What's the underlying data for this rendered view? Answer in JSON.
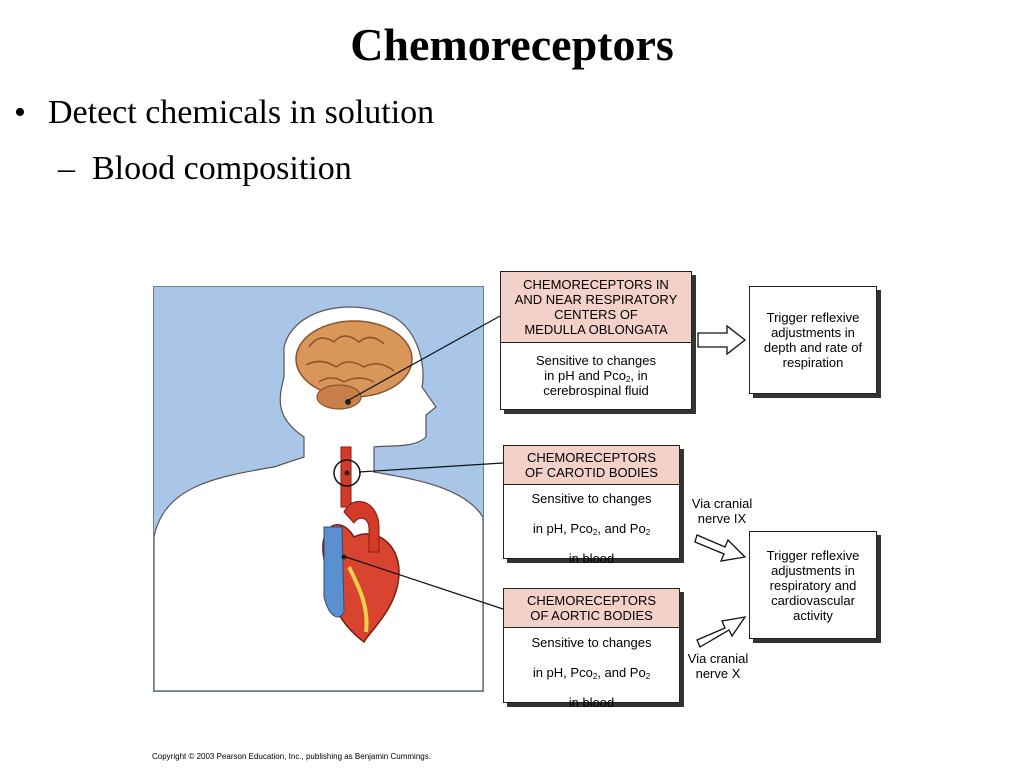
{
  "slide": {
    "title": "Chemoreceptors",
    "bullet": "Detect chemicals in solution",
    "sub_bullet": "Blood composition",
    "bullet_marker": "•",
    "sub_marker": "–"
  },
  "diagram": {
    "medulla": {
      "head": "CHEMORECEPTORS IN\nAND NEAR RESPIRATORY\nCENTERS OF\nMEDULLA OBLONGATA",
      "body_a": "Sensitive to changes\nin pH and Pco",
      "body_b_sub": "2",
      "body_c": ", in\ncerebrospinal fluid"
    },
    "medulla_output": "Trigger reflexive\nadjustments in\ndepth and rate of\nrespiration",
    "carotid": {
      "head": "CHEMORECEPTORS\nOF CAROTID BODIES",
      "body_1": "Sensitive to changes",
      "body_2a": "in pH, Pco",
      "body_2b": ", and Po",
      "body_3": "in blood",
      "sub": "2"
    },
    "aortic": {
      "head": "CHEMORECEPTORS\nOF AORTIC BODIES",
      "body_1": "Sensitive to changes",
      "body_2a": "in pH, Pco",
      "body_2b": ", and Po",
      "body_3": "in blood",
      "sub": "2"
    },
    "nerve_ix": "Via cranial\nnerve IX",
    "nerve_x": "Via cranial\nnerve X",
    "shared_output": "Trigger reflexive\nadjustments in\nrespiratory and\ncardiovascular\nactivity",
    "colors": {
      "panel_bg": "#a9c6e8",
      "header_fill": "#f3d1c8",
      "brain": "#d9965a",
      "artery": "#d23a2a",
      "vein": "#5b8fd0"
    }
  },
  "footer": {
    "copyright": "Copyright © 2003 Pearson Education, Inc., publishing as Benjamin Cummings."
  }
}
